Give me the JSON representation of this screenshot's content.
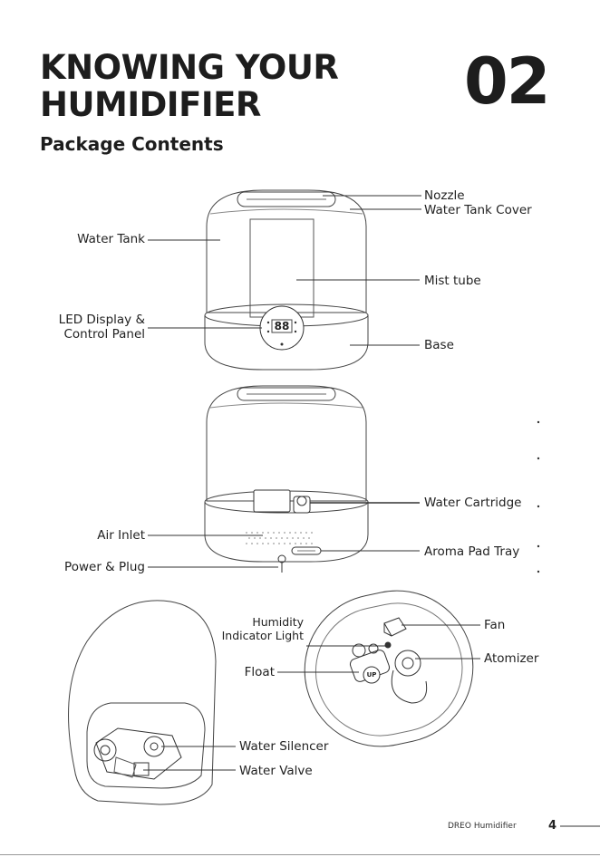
{
  "header": {
    "title_line1": "KNOWING YOUR",
    "title_line2": "HUMIDIFIER",
    "chapter": "02",
    "section": "Package Contents"
  },
  "figure1": {
    "labels": {
      "nozzle": "Nozzle",
      "water_tank_cover": "Water Tank Cover",
      "water_tank": "Water Tank",
      "mist_tube": "Mist tube",
      "led_display_line1": "LED Display &",
      "led_display_line2": "Control Panel",
      "base": "Base"
    },
    "display_digits": "88"
  },
  "figure2": {
    "labels": {
      "water_cartridge": "Water Cartridge",
      "air_inlet": "Air Inlet",
      "aroma_pad_tray": "Aroma Pad Tray",
      "power_plug": "Power & Plug"
    }
  },
  "figure3": {
    "labels": {
      "humidity_line1": "Humidity",
      "humidity_line2": "Indicator Light",
      "fan": "Fan",
      "atomizer": "Atomizer",
      "float": "Float",
      "water_silencer": "Water Silencer",
      "water_valve": "Water Valve"
    },
    "float_badge": "UP"
  },
  "footer": {
    "brand": "DREO Humidifier",
    "page": "4"
  }
}
